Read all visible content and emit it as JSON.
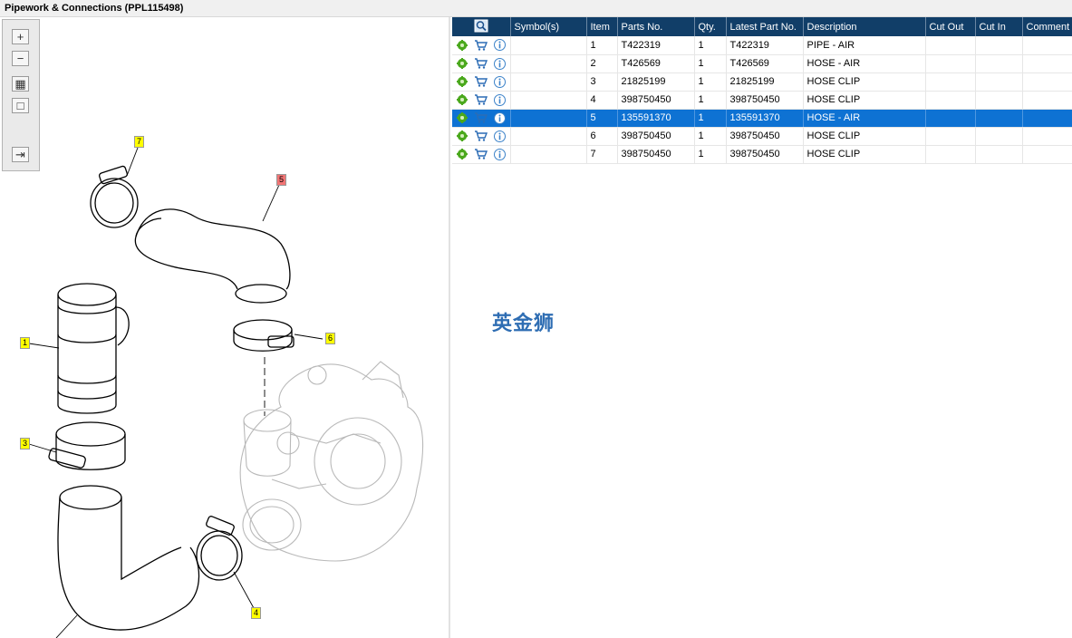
{
  "window": {
    "title": "Pipework & Connections (PPL115498)"
  },
  "toolbar": {
    "buttons": [
      {
        "name": "zoom-in-button",
        "icon": "plus-icon",
        "glyph": "+"
      },
      {
        "name": "zoom-out-button",
        "icon": "minus-icon",
        "glyph": "−"
      },
      {
        "name": "fit-all-button",
        "icon": "grid-icon",
        "glyph": "▦"
      },
      {
        "name": "fit-page-button",
        "icon": "square-icon",
        "glyph": "□"
      },
      {
        "name": "export-button",
        "icon": "export-arrow-icon",
        "glyph": "⇥"
      }
    ]
  },
  "diagram": {
    "callouts": [
      {
        "label": "7",
        "highlight": false
      },
      {
        "label": "5",
        "highlight": true
      },
      {
        "label": "1",
        "highlight": false
      },
      {
        "label": "6",
        "highlight": false
      },
      {
        "label": "3",
        "highlight": false
      },
      {
        "label": "4",
        "highlight": false
      }
    ]
  },
  "grid": {
    "header_icon": "search-icon",
    "columns": [
      "Symbol(s)",
      "Item",
      "Parts No.",
      "Qty.",
      "Latest Part No.",
      "Description",
      "Cut Out",
      "Cut In",
      "Comment"
    ],
    "rows": [
      {
        "item": "1",
        "parts_no": "T422319",
        "qty": "1",
        "latest": "T422319",
        "desc": "PIPE - AIR",
        "selected": false
      },
      {
        "item": "2",
        "parts_no": "T426569",
        "qty": "1",
        "latest": "T426569",
        "desc": "HOSE - AIR",
        "selected": false
      },
      {
        "item": "3",
        "parts_no": "21825199",
        "qty": "1",
        "latest": "21825199",
        "desc": "HOSE CLIP",
        "selected": false
      },
      {
        "item": "4",
        "parts_no": "398750450",
        "qty": "1",
        "latest": "398750450",
        "desc": "HOSE CLIP",
        "selected": false
      },
      {
        "item": "5",
        "parts_no": "135591370",
        "qty": "1",
        "latest": "135591370",
        "desc": "HOSE - AIR",
        "selected": true
      },
      {
        "item": "6",
        "parts_no": "398750450",
        "qty": "1",
        "latest": "398750450",
        "desc": "HOSE CLIP",
        "selected": false
      },
      {
        "item": "7",
        "parts_no": "398750450",
        "qty": "1",
        "latest": "398750450",
        "desc": "HOSE CLIP",
        "selected": false
      }
    ]
  },
  "watermark": {
    "text": "英金狮"
  },
  "colors": {
    "header_bg": "#113e68",
    "selected_row": "#0e72d3",
    "callout_yellow": "#ffff00",
    "callout_red": "#f27474"
  }
}
